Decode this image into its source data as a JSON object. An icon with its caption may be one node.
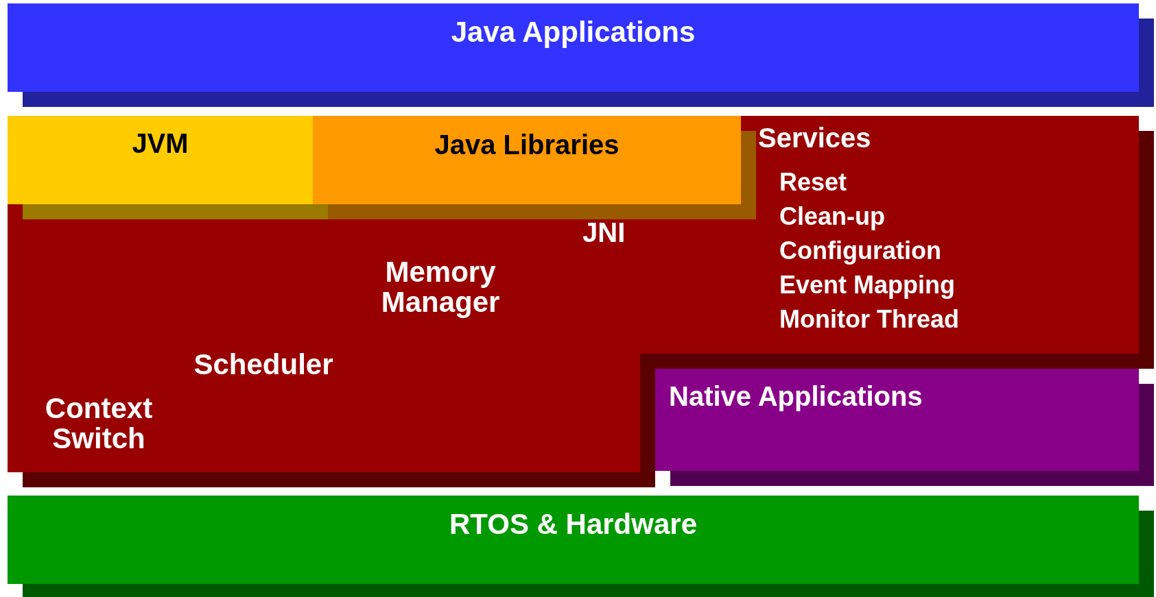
{
  "diagram": {
    "nodes": [
      {
        "text": [
          "Java Applications"
        ]
      },
      {
        "text": [
          "Services",
          "Reset",
          "Clean-up",
          "Configuration",
          "Event Mapping",
          "Monitor Thread",
          "JNI",
          "Memory Manager",
          "Scheduler",
          "Context Switch"
        ]
      },
      {
        "text": [
          "JVM"
        ],
        "in": 1
      },
      {
        "text": [
          "Java Libraries"
        ],
        "in": 1
      },
      {
        "text": [
          "Native Applications"
        ]
      },
      {
        "text": [
          "RTOS & Hardware"
        ]
      }
    ]
  }
}
